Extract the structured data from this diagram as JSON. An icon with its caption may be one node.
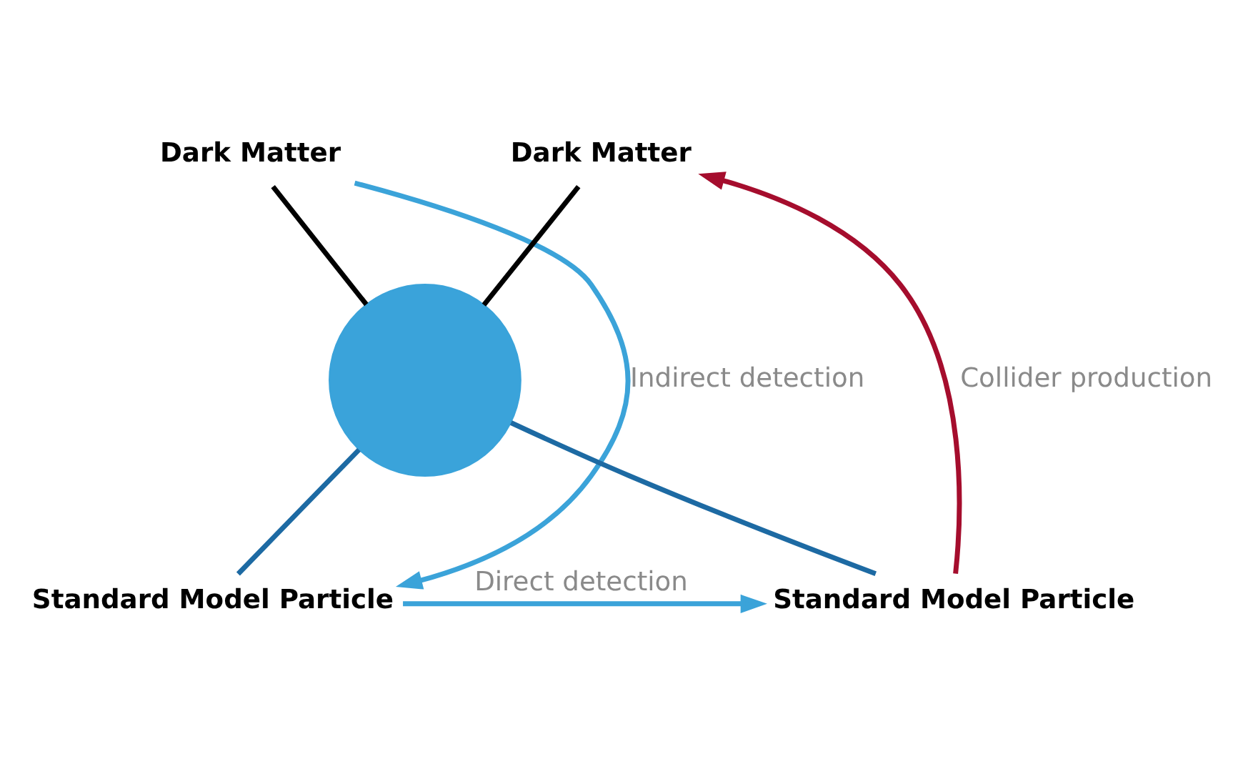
{
  "diagram": {
    "nodes": [
      {
        "text": [
          "Dark Matter"
        ]
      },
      {
        "text": [
          "Dark Matter"
        ]
      },
      {
        "text": [],
        "shape": "circle"
      },
      {
        "text": [
          "Standard Model Particle"
        ]
      },
      {
        "text": [
          "Standard Model Particle"
        ]
      }
    ],
    "edges": [
      {
        "from": 0,
        "to": 2,
        "arrow": "none"
      },
      {
        "from": 1,
        "to": 2,
        "arrow": "none"
      },
      {
        "from": 2,
        "to": 3,
        "arrow": "none",
        "color": "#1d6aa3"
      },
      {
        "from": 2,
        "to": 4,
        "arrow": "none",
        "color": "#1d6aa3"
      },
      {
        "from": 0,
        "to": 3,
        "arrow": "to",
        "label": "Indirect detection",
        "color": "#3ba3d9"
      },
      {
        "from": 4,
        "to": 1,
        "arrow": "to",
        "label": "Collider production",
        "color": "#a50d2d"
      },
      {
        "from": 3,
        "to": 4,
        "arrow": "to",
        "label": "Direct detection",
        "color": "#3ba3d9"
      }
    ]
  }
}
